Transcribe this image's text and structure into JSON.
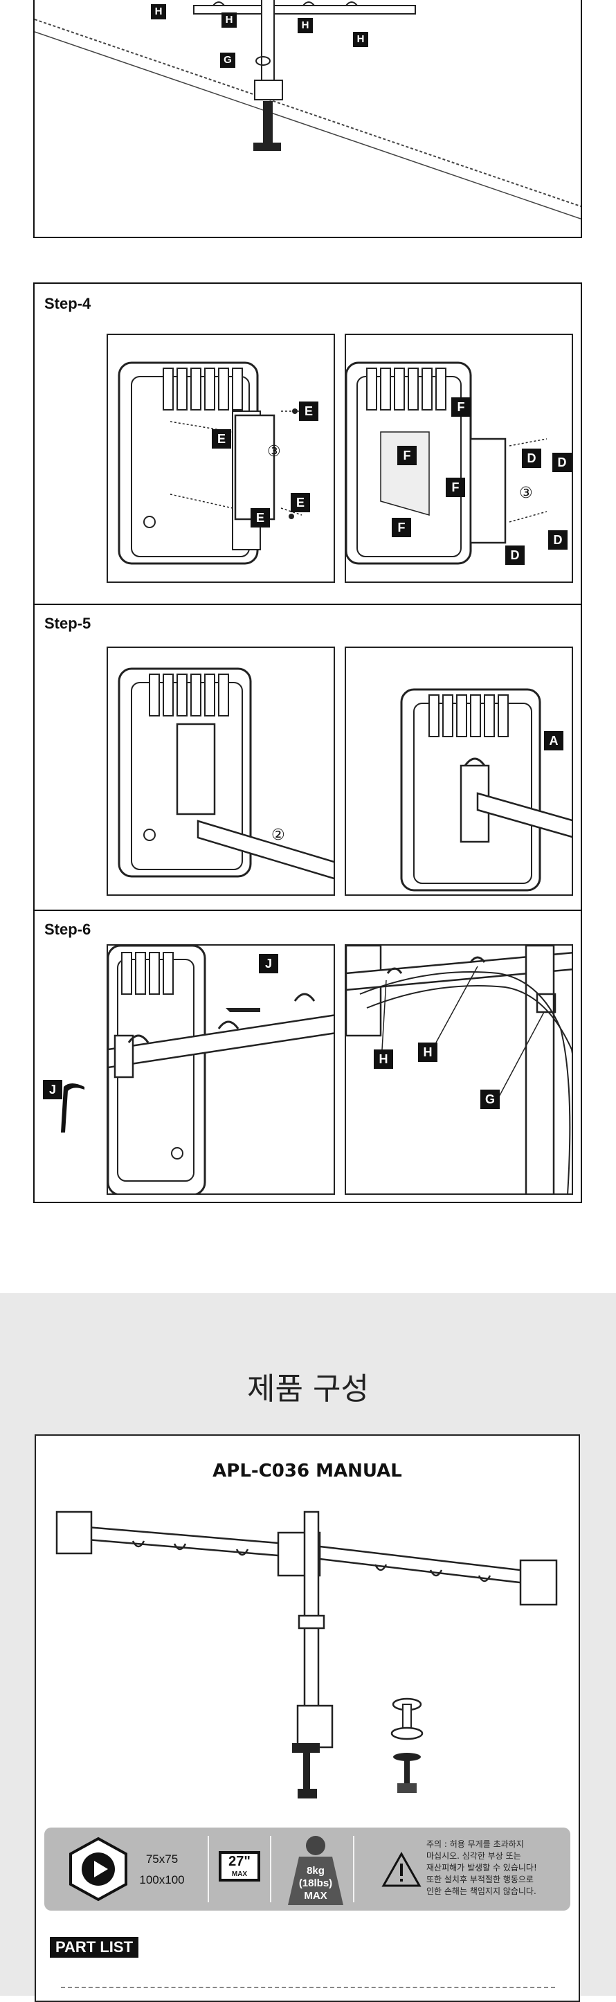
{
  "step3_labels": [
    "H",
    "H",
    "H",
    "H",
    "G"
  ],
  "step4": {
    "title": "Step-4",
    "left_labels": [
      "E",
      "E",
      "E",
      "E",
      "③"
    ],
    "right_labels": [
      "F",
      "F",
      "F",
      "F",
      "D",
      "D",
      "D",
      "D",
      "③"
    ]
  },
  "step5": {
    "title": "Step-5",
    "left_labels": [
      "②"
    ],
    "right_labels": [
      "A"
    ]
  },
  "step6": {
    "title": "Step-6",
    "left_labels": [
      "J",
      "J"
    ],
    "right_labels": [
      "H",
      "H",
      "G"
    ]
  },
  "section_title": "제품 구성",
  "manual": {
    "title": "APL-C036 MANUAL",
    "vesa": [
      "75x75",
      "100x100"
    ],
    "screen_size": "27\"",
    "screen_max": "MAX",
    "weight_lines": [
      "8kg",
      "(18lbs)",
      "MAX"
    ],
    "warning_lines": [
      "주의 : 허용 무게를 초과하지",
      "마십시오. 심각한 부상 또는",
      "재산피해가 발생할 수 있습니다!",
      "또한 설치후 부적절한 행동으로",
      "인한 손해는 책임지지 않습니다."
    ],
    "part_list": "PART LIST"
  },
  "colors": {
    "background": "#ffffff",
    "band": "#e9e9e9",
    "spec_bar": "#b9b9b9",
    "ink": "#111111"
  }
}
